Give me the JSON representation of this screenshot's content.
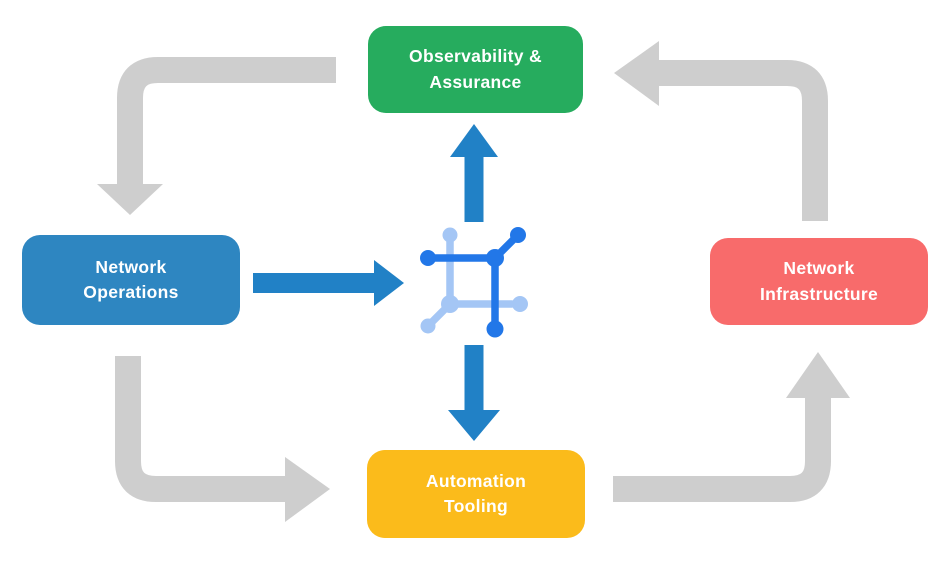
{
  "diagram": {
    "type": "cycle-flow-diagram",
    "background_color": "#ffffff",
    "nodes": [
      {
        "id": "observability-assurance",
        "label": "Observability &\nAssurance",
        "color": "#26AC5E",
        "position": "top-center"
      },
      {
        "id": "network-operations",
        "label": "Network\nOperations",
        "color": "#2E86C1",
        "position": "middle-left"
      },
      {
        "id": "network-infrastructure",
        "label": "Network\nInfrastructure",
        "color": "#F86B6B",
        "position": "middle-right"
      },
      {
        "id": "automation-tooling",
        "label": "Automation\nTooling",
        "color": "#FBBB1B",
        "position": "bottom-center"
      }
    ],
    "center_icon": {
      "name": "network-fabric-icon",
      "description": "square network/automation glyph with connected circular nodes",
      "primary_color": "#2277E8",
      "secondary_color": "#A4C6F5"
    },
    "cycle_arrows": {
      "color": "#CECECE",
      "items": [
        {
          "from": "Observability & Assurance",
          "to": "Network Operations",
          "corner": "top-left"
        },
        {
          "from": "Network Infrastructure",
          "to": "Observability & Assurance",
          "corner": "top-right"
        },
        {
          "from": "Network Operations",
          "to": "Automation Tooling",
          "corner": "bottom-left"
        },
        {
          "from": "Automation Tooling",
          "to": "Network Infrastructure",
          "corner": "bottom-right"
        }
      ]
    },
    "flow_arrows": {
      "color": "#2181C6",
      "items": [
        {
          "from": "Network Operations",
          "to": "center-icon",
          "direction": "right"
        },
        {
          "from": "center-icon",
          "to": "Observability & Assurance",
          "direction": "up"
        },
        {
          "from": "center-icon",
          "to": "Automation Tooling",
          "direction": "down"
        }
      ]
    }
  }
}
